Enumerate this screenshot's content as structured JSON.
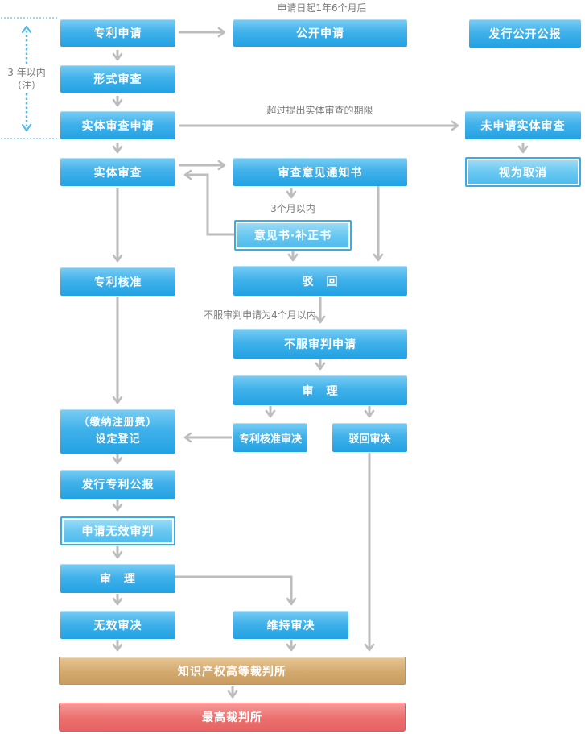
{
  "nodes": {
    "patent_application": {
      "label": "专利申请"
    },
    "publish_application": {
      "label": "公开申请"
    },
    "open_gazette": {
      "label": "发行公开公报"
    },
    "formal_exam": {
      "label": "形式审查"
    },
    "sub_exam_request": {
      "label": "实体审查申请"
    },
    "no_sub_exam": {
      "label": "未申请实体审查"
    },
    "deemed_cancel": {
      "label": "视为取消"
    },
    "sub_exam": {
      "label": "实体审查"
    },
    "opinion_notice": {
      "label": "审查意见通知书"
    },
    "opinion_amendment": {
      "label": "意见书·补正书"
    },
    "patent_approval": {
      "label": "专利核准"
    },
    "rejection": {
      "label": "驳　回"
    },
    "appeal_request": {
      "label": "不服审判申请"
    },
    "appeal_trial": {
      "label": "审　理"
    },
    "registration": {
      "line1": "（缴纳注册费）",
      "line2": "设定登记"
    },
    "approval_decision": {
      "label": "专利核准审决"
    },
    "rejection_decision": {
      "label": "驳回审决"
    },
    "patent_gazette": {
      "label": "发行专利公报"
    },
    "invalidation_request": {
      "label": "申请无效审判"
    },
    "invalidation_trial": {
      "label": "审　理"
    },
    "invalidation_decision": {
      "label": "无效审决"
    },
    "maintenance_decision": {
      "label": "维持审决"
    },
    "ip_high_court": {
      "label": "知识产权高等裁判所"
    },
    "supreme_court": {
      "label": "最高裁判所"
    }
  },
  "annotations": {
    "after_filing": "申请日起1年6个月后",
    "exam_deadline": "超过提出实体审查的期限",
    "within_3_months": "3个月以内",
    "appeal_4_months": "不服审判申请为4个月以内",
    "within_3_years": "3 年以内",
    "note": "（注）"
  },
  "colors": {
    "box_blue_top": "#79cdf4",
    "box_blue_bottom": "#22a1e3",
    "bordered_blue": "#39ace8",
    "tan_top": "#e6c693",
    "tan_bottom": "#c99d62",
    "red_top": "#f49a99",
    "red_bottom": "#e66362",
    "arrow_gray": "#bdbdbd",
    "label_gray": "#7b7b7b",
    "dotted_blue": "#54b9eb"
  }
}
